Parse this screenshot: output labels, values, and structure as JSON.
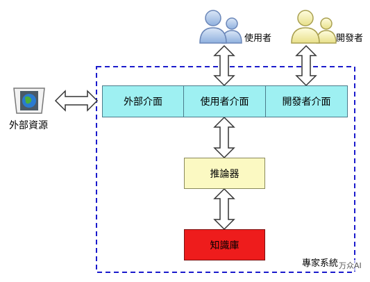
{
  "diagram": {
    "external_resource": {
      "label": "外部資源"
    },
    "users": {
      "label": "使用者"
    },
    "developers": {
      "label": "開發者"
    },
    "interfaces": [
      {
        "label": "外部介面"
      },
      {
        "label": "使用者介面"
      },
      {
        "label": "開發者介面"
      }
    ],
    "inference_engine": {
      "label": "推論器"
    },
    "knowledge_base": {
      "label": "知識庫"
    },
    "system_boundary": {
      "label": "專家系統"
    },
    "watermark": {
      "text": "万众AI"
    },
    "colors": {
      "interface_fill": "#9ef0f2",
      "inference_fill": "#fbf9c2",
      "knowledge_fill": "#ee1c1c",
      "boundary_stroke": "#1a1acc",
      "user_icon": "#aec6e8",
      "developer_icon": "#f4f0a8"
    }
  }
}
